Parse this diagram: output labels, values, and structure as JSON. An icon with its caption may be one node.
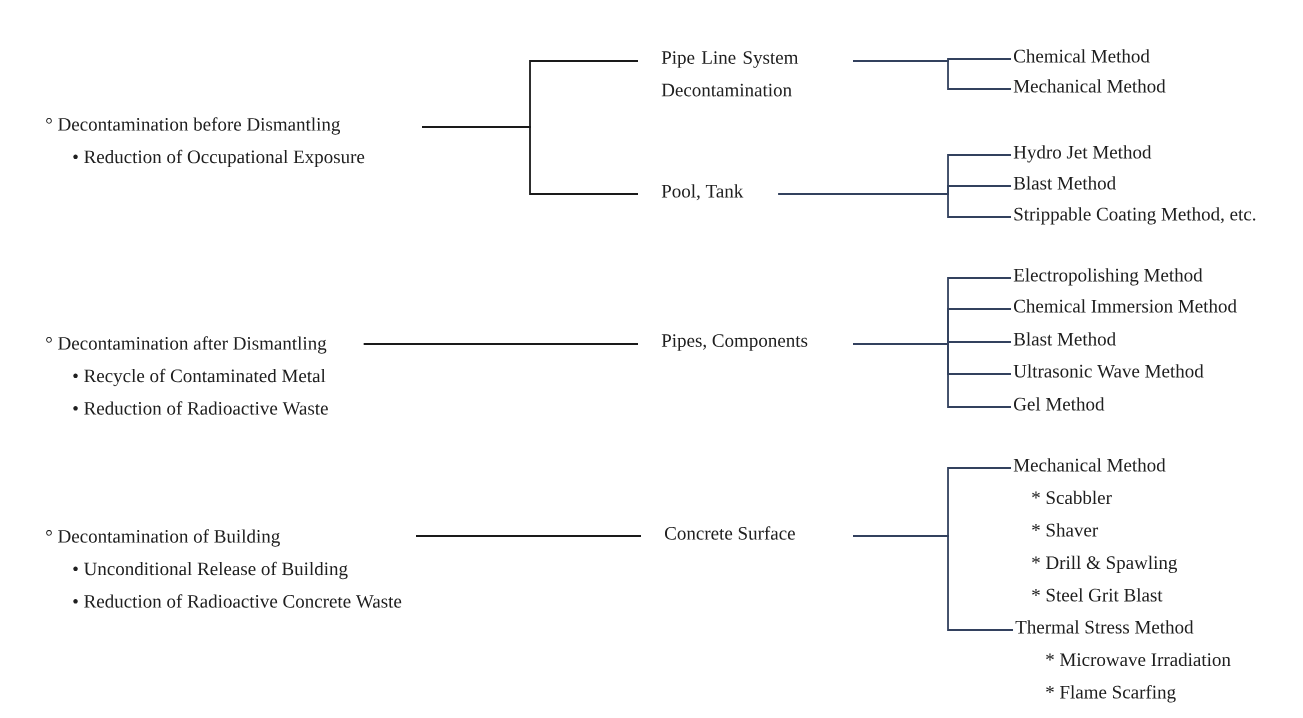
{
  "diagram": {
    "nodes": [
      {
        "text": [
          "° Decontamination before Dismantling",
          "• Reduction of Occupational Exposure"
        ]
      },
      {
        "text": [
          "° Decontamination after Dismantling",
          "• Recycle of Contaminated Metal",
          "• Reduction of Radioactive Waste"
        ]
      },
      {
        "text": [
          "° Decontamination of Building",
          "• Unconditional Release of Building",
          "• Reduction of Radioactive Concrete Waste"
        ]
      },
      {
        "text": [
          "Pipe Line System Decontamination"
        ]
      },
      {
        "text": [
          "Pool, Tank"
        ]
      },
      {
        "text": [
          "Pipes, Components"
        ]
      },
      {
        "text": [
          "Concrete Surface"
        ]
      },
      {
        "text": [
          "Chemical Method"
        ]
      },
      {
        "text": [
          "Mechanical Method"
        ]
      },
      {
        "text": [
          "Hydro Jet Method"
        ]
      },
      {
        "text": [
          "Blast Method"
        ]
      },
      {
        "text": [
          "Strippable Coating Method, etc."
        ]
      },
      {
        "text": [
          "Electropolishing Method"
        ]
      },
      {
        "text": [
          "Chemical Immersion Method"
        ]
      },
      {
        "text": [
          "Blast Method"
        ]
      },
      {
        "text": [
          "Ultrasonic Wave Method"
        ]
      },
      {
        "text": [
          "Gel Method"
        ]
      },
      {
        "text": [
          "Mechanical Method",
          "* Scabbler",
          "* Shaver",
          "* Drill & Spawling",
          "* Steel Grit Blast"
        ]
      },
      {
        "text": [
          "Thermal Stress Method",
          "* Microwave Irradiation",
          "* Flame Scarfing"
        ]
      }
    ],
    "edges": [
      {
        "from": 0,
        "to": 3,
        "arrow": "none",
        "color": "#1a1a1a"
      },
      {
        "from": 0,
        "to": 4,
        "arrow": "none",
        "color": "#1a1a1a"
      },
      {
        "from": 1,
        "to": 5,
        "arrow": "none",
        "color": "#1a1a1a"
      },
      {
        "from": 2,
        "to": 6,
        "arrow": "none",
        "color": "#1a1a1a"
      },
      {
        "from": 3,
        "to": 7,
        "arrow": "none"
      },
      {
        "from": 3,
        "to": 8,
        "arrow": "none"
      },
      {
        "from": 4,
        "to": 9,
        "arrow": "none"
      },
      {
        "from": 4,
        "to": 10,
        "arrow": "none"
      },
      {
        "from": 4,
        "to": 11,
        "arrow": "none"
      },
      {
        "from": 5,
        "to": 12,
        "arrow": "none"
      },
      {
        "from": 5,
        "to": 13,
        "arrow": "none"
      },
      {
        "from": 5,
        "to": 14,
        "arrow": "none"
      },
      {
        "from": 5,
        "to": 15,
        "arrow": "none"
      },
      {
        "from": 5,
        "to": 16,
        "arrow": "none"
      },
      {
        "from": 6,
        "to": 17,
        "arrow": "none"
      },
      {
        "from": 6,
        "to": 18,
        "arrow": "none"
      }
    ]
  }
}
